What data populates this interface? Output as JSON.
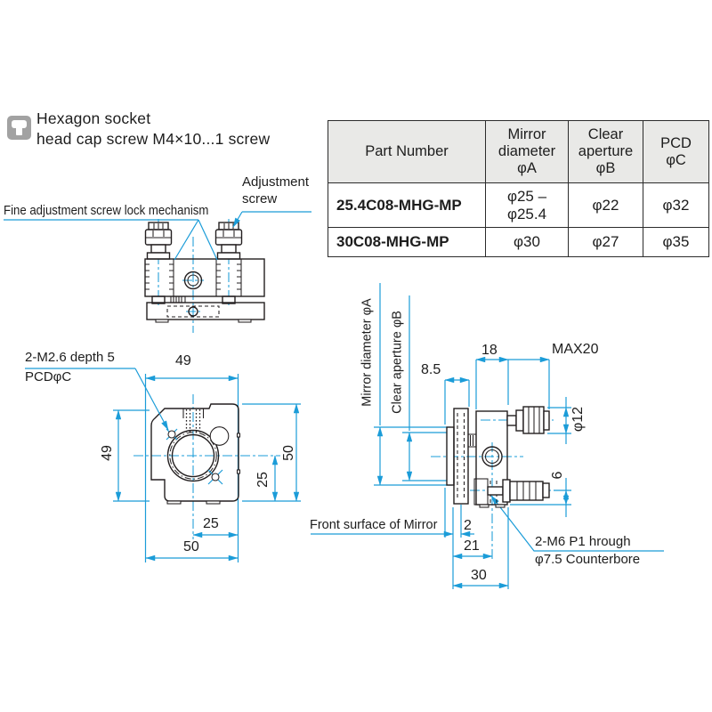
{
  "colors": {
    "dimension_blue": "#1b9cd8",
    "line_black": "#231f20",
    "table_header_bg": "#e9e9e7",
    "icon_gray": "#a2a2a2"
  },
  "note": {
    "icon": "hex-socket-screw-icon",
    "line1": "Hexagon socket",
    "line2": "head cap screw M4×10...1 screw"
  },
  "callouts": {
    "fine_adjustment": "Fine adjustment screw lock mechanism",
    "adjustment_screw_line1": "Adjustment",
    "adjustment_screw_line2": "screw",
    "m26_line1": "2-M2.6 depth 5",
    "m26_line2": "PCDφC",
    "mirror_diameter": "Mirror diameter φA",
    "clear_aperture": "Clear aperture φB",
    "front_surface": "Front surface of Mirror",
    "m6_line1": "2-M6 P1 hrough",
    "m6_line2": "φ7.5 Counterbore"
  },
  "dims": {
    "front_top_width": "49",
    "front_left_height": "49",
    "front_right_height": "50",
    "front_right_half": "25",
    "front_bottom_half": "25",
    "front_bottom_width": "50",
    "side_mirror_offset": "8.5",
    "side_body_width": "18",
    "side_screw_max": "MAX20",
    "side_knob_dia": "φ12",
    "side_screw_edge": "6",
    "side_front_gap": "2",
    "side_depth_mid": "21",
    "side_depth_full": "30"
  },
  "table": {
    "headers": [
      "Part Number",
      "Mirror\ndiameter\nφA",
      "Clear\naperture\nφB",
      "PCD\nφC"
    ],
    "rows": [
      {
        "part": "25.4C08-MHG-MP",
        "mirror": "φ25 –\nφ25.4",
        "aperture": "φ22",
        "pcd": "φ32"
      },
      {
        "part": "30C08-MHG-MP",
        "mirror": "φ30",
        "aperture": "φ27",
        "pcd": "φ35"
      }
    ]
  }
}
